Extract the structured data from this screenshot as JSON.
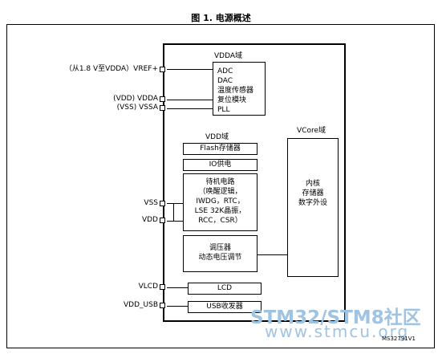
{
  "title": "图 1. 电源概述",
  "pins": {
    "vref": "（从1.8 V至VDDA）VREF+",
    "vdda": "(VDD) VDDA",
    "vssa": "(VSS) VSSA",
    "vss": "VSS",
    "vdd": "VDD",
    "vlcd": "VLCD",
    "vdd_usb": "VDD_USB"
  },
  "vdda_domain": {
    "label": "VDDA域",
    "items": [
      "ADC",
      "DAC",
      "温度传感器",
      "复位模块",
      "PLL"
    ]
  },
  "vdd_domain": {
    "label": "VDD域",
    "flash": "Flash存储器",
    "io": "IO供电",
    "standby": [
      "待机电路",
      "（唤醒逻辑，",
      "IWDG，RTC，",
      "LSE 32K晶振，",
      "RCC，CSR）"
    ],
    "regulator": [
      "调压器",
      "动态电压调节"
    ]
  },
  "vcore_domain": {
    "label": "VCore域",
    "lines": [
      "内核",
      "存储器",
      "数字外设"
    ]
  },
  "lcd": "LCD",
  "usb": "USB收发器",
  "watermark": {
    "line1": "STM32/STM8社区",
    "line2": "www.stmcu.org"
  },
  "figure_id": "MS32791V1"
}
